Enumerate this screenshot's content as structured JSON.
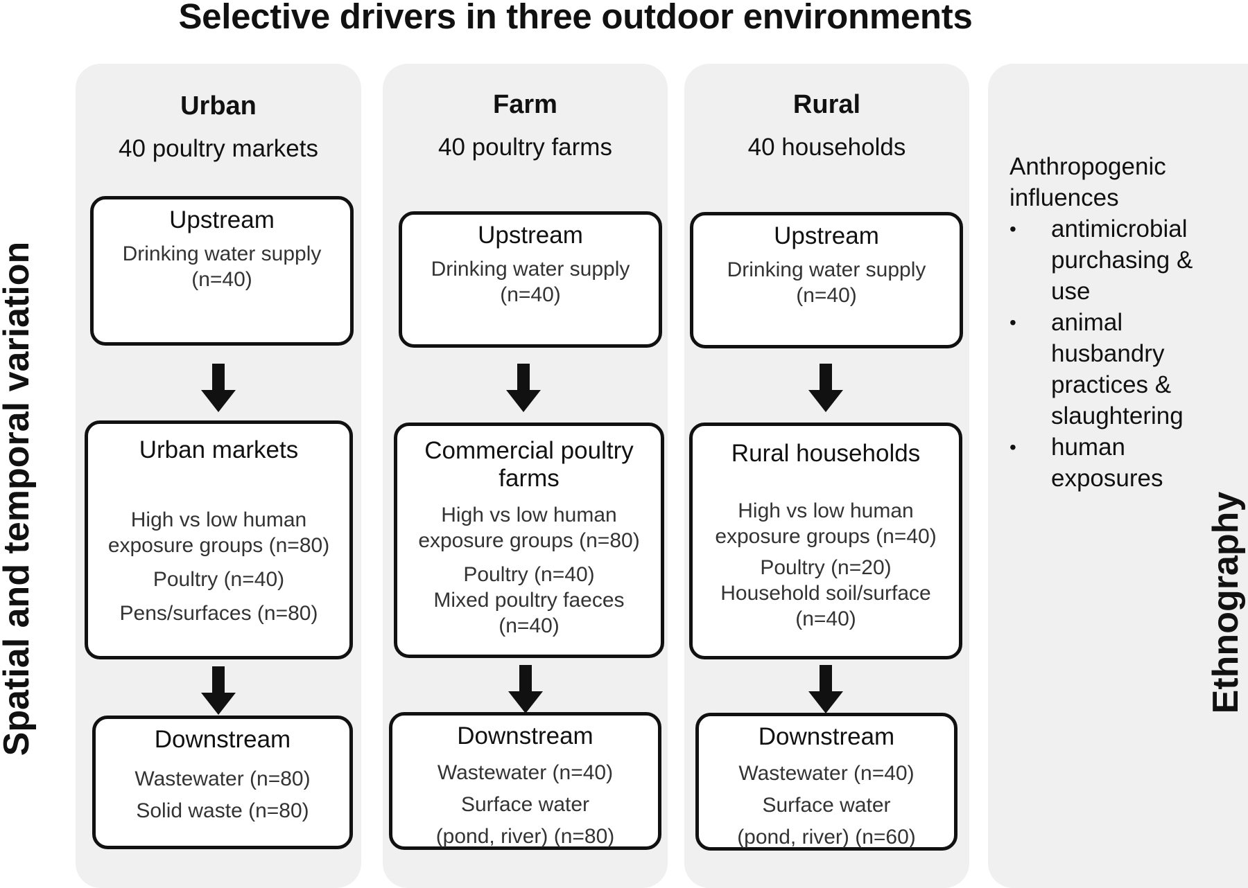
{
  "title": "Selective drivers in three outdoor environments",
  "side_label": "Spatial and temporal variation",
  "columns": [
    {
      "title": "Urban",
      "subtitle": "40 poultry markets",
      "upstream": {
        "title": "Upstream",
        "lines": [
          "Drinking water supply",
          "(n=40)"
        ]
      },
      "middle": {
        "title": "Urban markets",
        "lines": [
          "High vs low human",
          "exposure groups (n=80)",
          "Poultry (n=40)",
          "Pens/surfaces (n=80)"
        ]
      },
      "downstream": {
        "title": "Downstream",
        "lines": [
          "Wastewater (n=80)",
          "Solid waste (n=80)"
        ]
      }
    },
    {
      "title": "Farm",
      "subtitle": "40 poultry farms",
      "upstream": {
        "title": "Upstream",
        "lines": [
          "Drinking water supply",
          "(n=40)"
        ]
      },
      "middle": {
        "title": "Commercial poultry farms",
        "lines": [
          "High vs low human",
          "exposure groups (n=80)",
          "Poultry (n=40)",
          "Mixed poultry faeces",
          "(n=40)"
        ]
      },
      "downstream": {
        "title": "Downstream",
        "lines": [
          "Wastewater (n=40)",
          "Surface water",
          "(pond, river) (n=80)"
        ]
      }
    },
    {
      "title": "Rural",
      "subtitle": "40 households",
      "upstream": {
        "title": "Upstream",
        "lines": [
          "Drinking water supply",
          "(n=40)"
        ]
      },
      "middle": {
        "title": "Rural households",
        "lines": [
          "High vs low human",
          "exposure groups (n=40)",
          "Poultry (n=20)",
          "Household soil/surface",
          "(n=40)"
        ]
      },
      "downstream": {
        "title": "Downstream",
        "lines": [
          "Wastewater (n=40)",
          "Surface water",
          "(pond, river) (n=60)"
        ]
      }
    }
  ],
  "ethnography": {
    "label": "Ethnography",
    "heading": "Anthropogenic influences",
    "items": [
      "antimicrobial purchasing & use",
      "animal husbandry practices & slaughtering",
      "human exposures"
    ]
  }
}
